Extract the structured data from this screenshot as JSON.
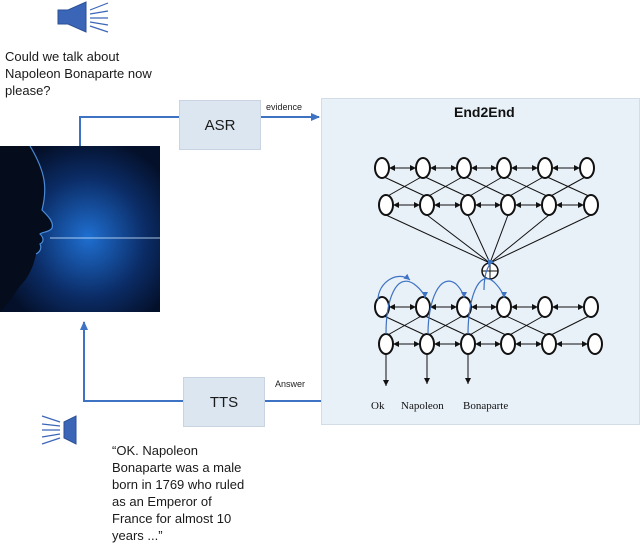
{
  "user_utterance": "Could we talk about\nNapoleon Bonaparte now\nplease?",
  "asr": {
    "label": "ASR",
    "edge_label": "evidence"
  },
  "tts": {
    "label": "TTS",
    "edge_label": "Answer"
  },
  "end2end": {
    "title": "End2End"
  },
  "output_tokens": [
    "Ok",
    "Napoleon",
    "Bonaparte"
  ],
  "system_response": "“OK. Napoleon\nBonaparte was a male\nborn in 1769 who ruled\nas an Emperor of\nFrance for almost 10\nyears ...”",
  "colors": {
    "arrow": "#3e72c2",
    "box_fill": "#dbe6f1",
    "panel_fill": "#e8f0f8",
    "speaker_fill": "#3b66b8",
    "node_stroke": "#111111"
  },
  "icons": [
    "speaker-icon",
    "voice-waveform-image",
    "speaker-icon"
  ]
}
